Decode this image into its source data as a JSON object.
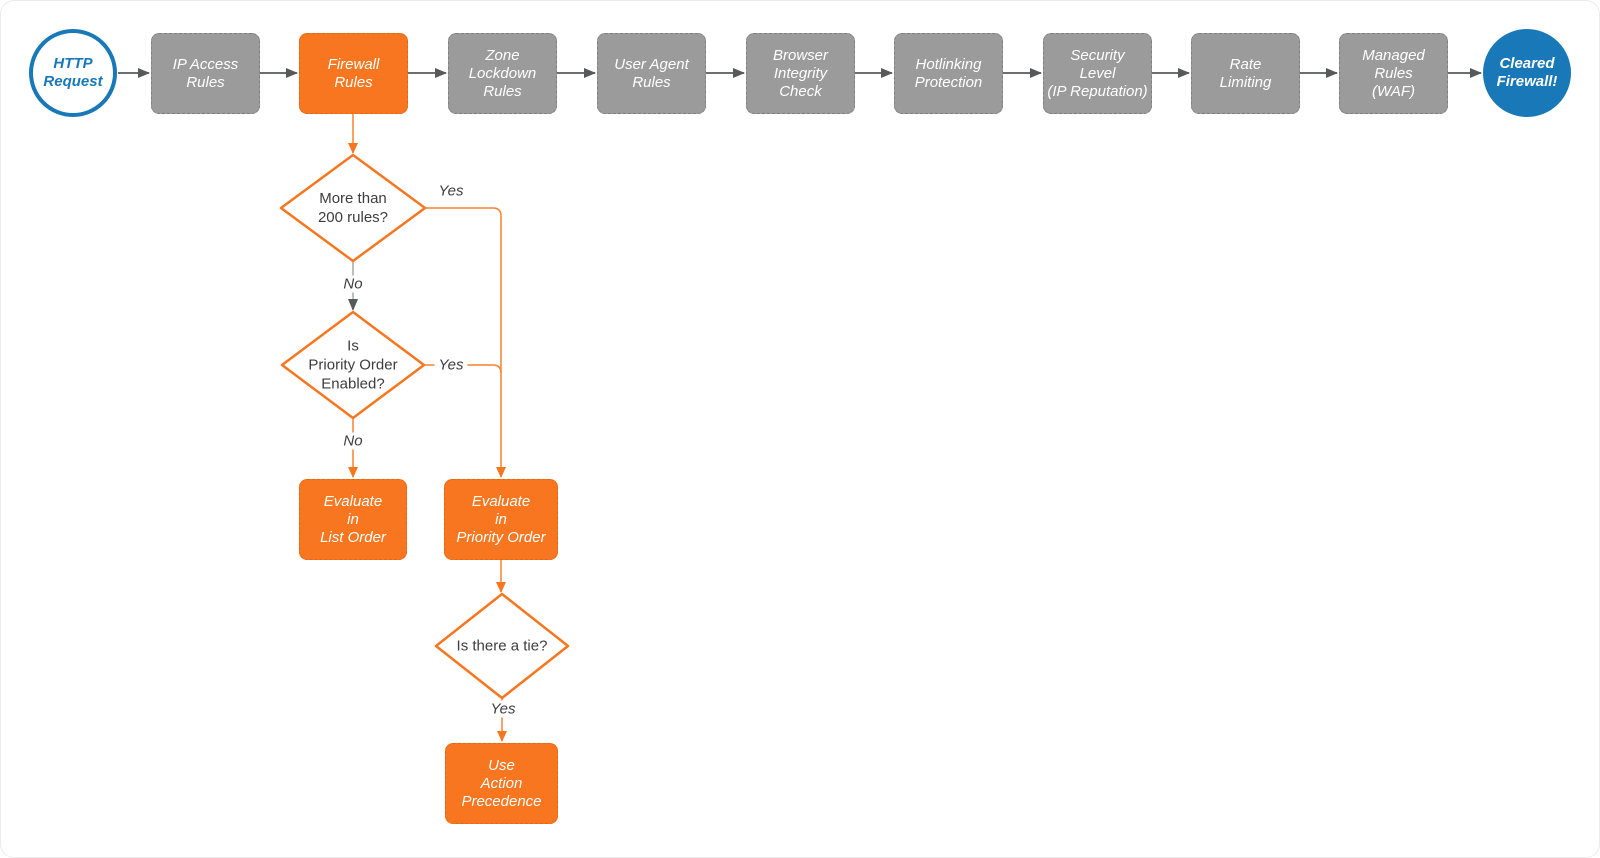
{
  "colors": {
    "node_orange": "#F7761F",
    "node_gray": "#9B9B9B",
    "terminal_blue": "#1878B8",
    "connector_gray": "#58595B",
    "connector_orange": "#F8822F",
    "text_dark": "#3D3D3D",
    "node_text": "#FFFFFF"
  },
  "nodes": {
    "start": {
      "label": "HTTP\nRequest"
    },
    "pipeline": [
      {
        "label": "IP Access\nRules"
      },
      {
        "label": "Firewall\nRules"
      },
      {
        "label": "Zone\nLockdown\nRules"
      },
      {
        "label": "User Agent\nRules"
      },
      {
        "label": "Browser\nIntegrity\nCheck"
      },
      {
        "label": "Hotlinking\nProtection"
      },
      {
        "label": "Security\nLevel\n(IP Reputation)"
      },
      {
        "label": "Rate\nLimiting"
      },
      {
        "label": "Managed\nRules\n(WAF)"
      }
    ],
    "end": {
      "label": "Cleared\nFirewall!"
    }
  },
  "decisions": [
    {
      "label": "More than\n200 rules?"
    },
    {
      "label": "Is\nPriority Order\nEnabled?"
    },
    {
      "label": "Is there a tie?"
    }
  ],
  "actions": [
    {
      "label": "Evaluate\nin\nList Order"
    },
    {
      "label": "Evaluate\nin\nPriority Order"
    },
    {
      "label": "Use\nAction\nPrecedence"
    }
  ],
  "edge_labels": {
    "d1_yes": "Yes",
    "d1_no": "No",
    "d2_yes": "Yes",
    "d2_no": "No",
    "d3_yes": "Yes"
  }
}
